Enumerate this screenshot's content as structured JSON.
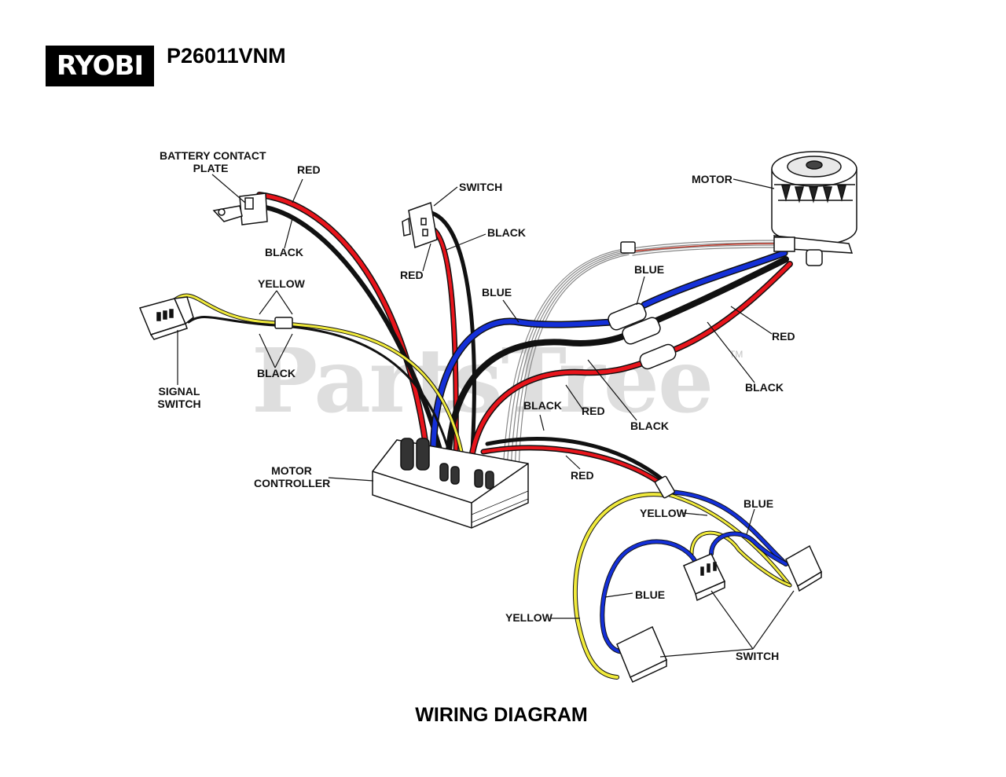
{
  "header": {
    "brand": "RYOBI",
    "model": "P26011VNM"
  },
  "watermark": {
    "text": "PartsTree",
    "tm": "TM"
  },
  "labels": {
    "battery_contact_plate_1": "BATTERY CONTACT",
    "battery_contact_plate_2": "PLATE",
    "red_battery": "RED",
    "black_battery": "BLACK",
    "switch_top": "SWITCH",
    "black_switch": "BLACK",
    "red_switch": "RED",
    "motor": "MOTOR",
    "blue_motor": "BLUE",
    "red_motor": "RED",
    "black_motor": "BLACK",
    "yellow_signal": "YELLOW",
    "black_signal": "BLACK",
    "signal_switch_1": "SIGNAL",
    "signal_switch_2": "SWITCH",
    "blue_controller": "BLUE",
    "red_mid": "RED",
    "black_mid": "BLACK",
    "black_lower": "BLACK",
    "motor_controller_1": "MOTOR",
    "motor_controller_2": "CONTROLLER",
    "red_lower": "RED",
    "yellow_lower": "YELLOW",
    "blue_lower": "BLUE",
    "blue_switch_cluster": "BLUE",
    "yellow_left": "YELLOW",
    "switch_bottom": "SWITCH"
  },
  "title": "WIRING DIAGRAM",
  "colors": {
    "red": "#e8141b",
    "black": "#111111",
    "blue": "#1430d8",
    "yellow": "#f0ea3c",
    "gray": "#b8b8b8"
  }
}
